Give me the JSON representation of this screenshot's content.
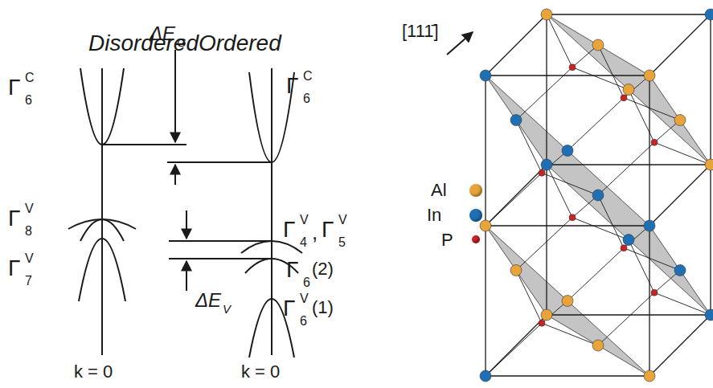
{
  "diagram": {
    "labels": [
      "Disordered",
      "Ordered",
      "Γ",
      "6",
      "C",
      "ΔE",
      "G",
      "Γ",
      "6",
      "C",
      "Γ",
      "8",
      "V",
      "Γ",
      "7",
      "V",
      "ΔE",
      "V",
      "Γ",
      "4",
      "V",
      ",",
      "Γ",
      "5",
      "V",
      "Γ",
      "6",
      "(2)",
      "Γ",
      "6",
      "V",
      "(1)",
      "k = 0",
      "k = 0",
      "[111̄]"
    ],
    "legend": [
      {
        "text": "Al",
        "color": "#e8a33a"
      },
      {
        "text": "In",
        "color": "#1f6fb5"
      },
      {
        "text": "P",
        "color": "#cc2222"
      }
    ]
  }
}
